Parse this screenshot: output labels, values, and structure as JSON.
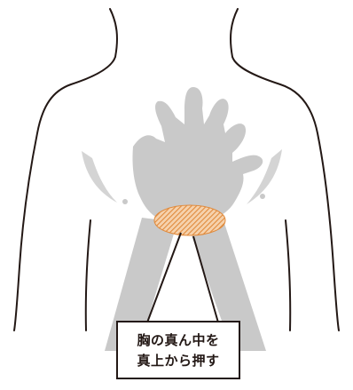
{
  "callout": {
    "line1": "胸の真ん中を",
    "line2": "真上から押す"
  },
  "colors": {
    "outline": "#231815",
    "arms": "#c9c9c9",
    "torso_shading": "#d4d4d4",
    "press_area": "#e08a3c"
  },
  "figure": {
    "subject": "upper-body-outline",
    "marker": "hatched-press-area"
  }
}
